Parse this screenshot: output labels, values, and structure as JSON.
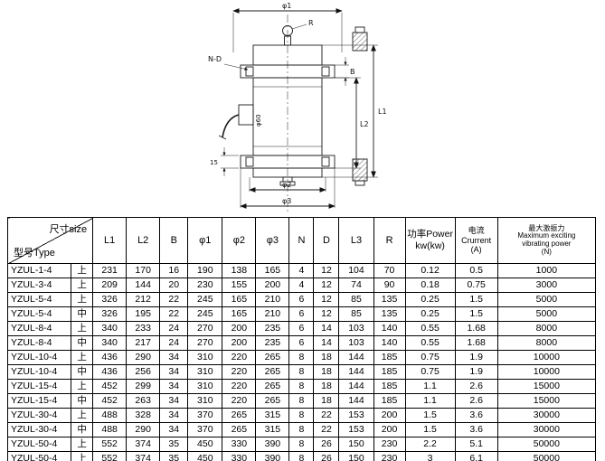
{
  "drawing": {
    "dim_labels": {
      "phi1": "φ1",
      "r": "R",
      "nd": "N-D",
      "b": "B",
      "l1": "L1",
      "l2": "L2",
      "phi60": "φ60",
      "dim15": "15",
      "phi2": "φ2",
      "phi3": "φ3"
    }
  },
  "table": {
    "header": {
      "corner_size": "尺寸size",
      "corner_type": "型号Type",
      "columns": [
        "L1",
        "L2",
        "B",
        "φ1",
        "φ2",
        "φ3",
        "N",
        "D",
        "L3",
        "R"
      ],
      "power_l1": "功率Power",
      "power_l2": "kw(kw)",
      "current_l1": "电流",
      "current_l2": "Crurrent",
      "current_l3": "(A)",
      "force_l1": "最大激振力",
      "force_l2": "Maximum exciting",
      "force_l3": "vibrating power",
      "force_l4": "(N)"
    },
    "rows": [
      {
        "model": "YZUL-1-4",
        "pos": "上",
        "values": [
          "231",
          "170",
          "16",
          "190",
          "138",
          "165",
          "4",
          "12",
          "104",
          "70",
          "0.12",
          "0.5",
          "1000"
        ]
      },
      {
        "model": "YZUL-3-4",
        "pos": "上",
        "values": [
          "209",
          "144",
          "20",
          "230",
          "155",
          "200",
          "4",
          "12",
          "74",
          "90",
          "0.18",
          "0.75",
          "3000"
        ]
      },
      {
        "model": "YZUL-5-4",
        "pos": "上",
        "values": [
          "326",
          "212",
          "22",
          "245",
          "165",
          "210",
          "6",
          "12",
          "85",
          "135",
          "0.25",
          "1.5",
          "5000"
        ]
      },
      {
        "model": "YZUL-5-4",
        "pos": "中",
        "values": [
          "326",
          "195",
          "22",
          "245",
          "165",
          "210",
          "6",
          "12",
          "85",
          "135",
          "0.25",
          "1.5",
          "5000"
        ]
      },
      {
        "model": "YZUL-8-4",
        "pos": "上",
        "values": [
          "340",
          "233",
          "24",
          "270",
          "200",
          "235",
          "6",
          "14",
          "103",
          "140",
          "0.55",
          "1.68",
          "8000"
        ]
      },
      {
        "model": "YZUL-8-4",
        "pos": "中",
        "values": [
          "340",
          "217",
          "24",
          "270",
          "200",
          "235",
          "6",
          "14",
          "103",
          "140",
          "0.55",
          "1.68",
          "8000"
        ]
      },
      {
        "model": "YZUL-10-4",
        "pos": "上",
        "values": [
          "436",
          "290",
          "34",
          "310",
          "220",
          "265",
          "8",
          "18",
          "144",
          "185",
          "0.75",
          "1.9",
          "10000"
        ]
      },
      {
        "model": "YZUL-10-4",
        "pos": "中",
        "values": [
          "436",
          "256",
          "34",
          "310",
          "220",
          "265",
          "8",
          "18",
          "144",
          "185",
          "0.75",
          "1.9",
          "10000"
        ]
      },
      {
        "model": "YZUL-15-4",
        "pos": "上",
        "values": [
          "452",
          "299",
          "34",
          "310",
          "220",
          "265",
          "8",
          "18",
          "144",
          "185",
          "1.1",
          "2.6",
          "15000"
        ]
      },
      {
        "model": "YZUL-15-4",
        "pos": "中",
        "values": [
          "452",
          "263",
          "34",
          "310",
          "220",
          "265",
          "8",
          "18",
          "144",
          "185",
          "1.1",
          "2.6",
          "15000"
        ]
      },
      {
        "model": "YZUL-30-4",
        "pos": "上",
        "values": [
          "488",
          "328",
          "34",
          "370",
          "265",
          "315",
          "8",
          "22",
          "153",
          "200",
          "1.5",
          "3.6",
          "30000"
        ]
      },
      {
        "model": "YZUL-30-4",
        "pos": "中",
        "values": [
          "488",
          "290",
          "34",
          "370",
          "265",
          "315",
          "8",
          "22",
          "153",
          "200",
          "1.5",
          "3.6",
          "30000"
        ]
      },
      {
        "model": "YZUL-50-4",
        "pos": "上",
        "values": [
          "552",
          "374",
          "35",
          "450",
          "330",
          "390",
          "8",
          "26",
          "150",
          "230",
          "2.2",
          "5.1",
          "50000"
        ]
      },
      {
        "model": "YZUL-50-4",
        "pos": "上",
        "values": [
          "552",
          "374",
          "35",
          "450",
          "330",
          "390",
          "8",
          "26",
          "150",
          "230",
          "3",
          "6.1",
          "50000"
        ]
      }
    ]
  }
}
